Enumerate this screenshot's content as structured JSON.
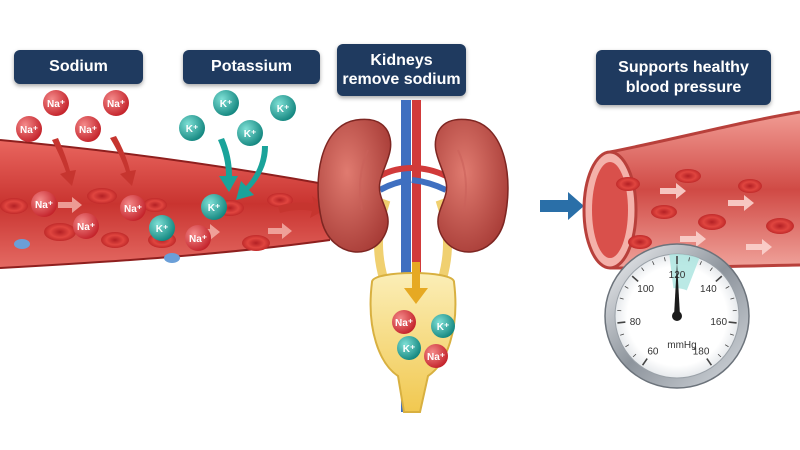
{
  "labels": {
    "sodium": "Sodium",
    "potassium": "Potassium",
    "kidneys_line1": "Kidneys",
    "kidneys_line2": "remove sodium",
    "bp_line1": "Supports healthy",
    "bp_line2": "blood pressure"
  },
  "ions": {
    "sodium": "Na⁺",
    "potassium": "K⁺"
  },
  "gauge": {
    "ticks": [
      "60",
      "80",
      "100",
      "120",
      "140",
      "160",
      "180"
    ],
    "unit": "mmHg",
    "reading": 120
  },
  "colors": {
    "label_bg": "#1f3a5f",
    "sodium_ion": "#d63a3f",
    "potassium_ion": "#1aa39a",
    "vessel": "#d9413f",
    "urine": "#f3d77a",
    "arrow_red": "#c6352f",
    "arrow_teal": "#1aa39a",
    "arrow_blue": "#2a6fa8"
  }
}
